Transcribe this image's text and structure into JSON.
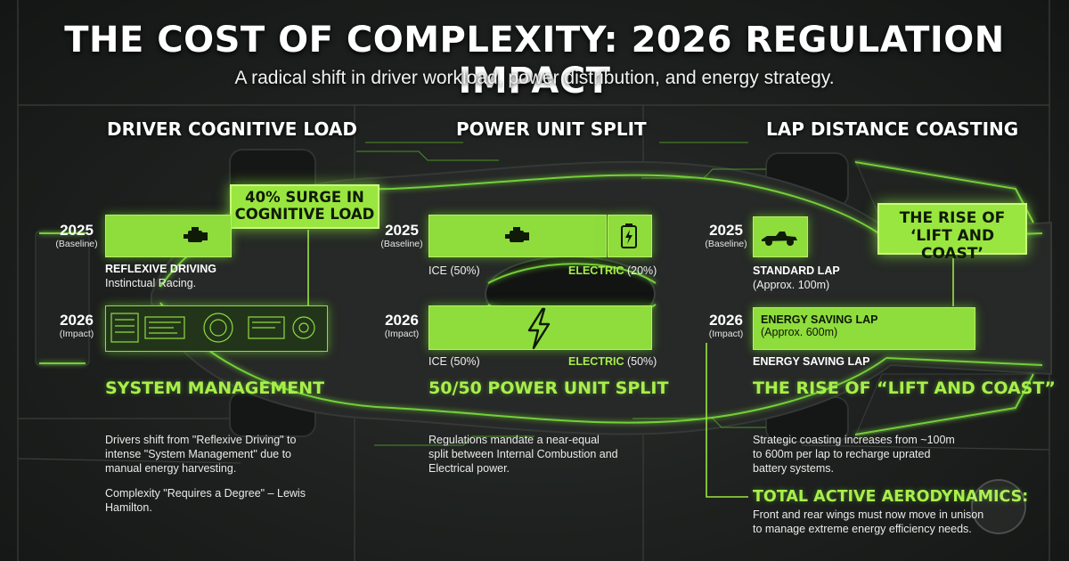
{
  "title": "THE COST OF COMPLEXITY: 2026 REGULATION IMPACT",
  "subtitle": "A radical shift in driver workload, power distribution, and energy strategy.",
  "columns": {
    "cognitive": {
      "heading": "DRIVER COGNITIVE LOAD",
      "callout": [
        "40% SURGE IN",
        "COGNITIVE LOAD"
      ],
      "row2025": {
        "year": "2025",
        "sub": "(Baseline)",
        "icon": "engine-icon",
        "label_bold": "REFLEXIVE DRIVING",
        "label": "Instinctual Racing."
      },
      "row2026": {
        "year": "2026",
        "sub": "(Impact)",
        "icon": "dashboard-display-icon"
      },
      "section_title": "SYSTEM MANAGEMENT",
      "desc": [
        "Drivers shift from \"Reflexive Driving\" to intense \"System Management\" due to manual energy harvesting.",
        "Complexity \"Requires a Degree\" – Lewis Hamilton."
      ]
    },
    "power": {
      "heading": "POWER UNIT SPLIT",
      "row2025": {
        "year": "2025",
        "sub": "(Baseline)",
        "icon_main": "engine-icon",
        "icon_side": "battery-icon",
        "ice_label": "ICE",
        "ice_value": "(50%)",
        "elec_label": "ELECTRIC",
        "elec_value": "(20%)"
      },
      "row2026": {
        "year": "2026",
        "sub": "(Impact)",
        "icon": "lightning-bolt-icon",
        "ice_label": "ICE",
        "ice_value": "(50%)",
        "elec_label": "ELECTRIC",
        "elec_value": "(50%)"
      },
      "section_title": "50/50 POWER UNIT SPLIT",
      "desc": [
        "Regulations mandate a near-equal split between Internal Combustion and Electrical power."
      ]
    },
    "coasting": {
      "heading": "LAP DISTANCE COASTING",
      "callout": [
        "THE RISE OF",
        "‘LIFT AND COAST’"
      ],
      "row2025": {
        "year": "2025",
        "sub": "(Baseline)",
        "icon": "race-car-icon",
        "label_bold": "STANDARD LAP",
        "label": "(Approx. 100m)"
      },
      "row2026": {
        "year": "2026",
        "sub": "(Impact)",
        "bar_bold": "ENERGY SAVING LAP",
        "bar_text": "(Approx. 600m)",
        "label_bold": "ENERGY SAVING LAP"
      },
      "section_title": "THE RISE OF “LIFT AND COAST”",
      "desc": [
        "Strategic coasting increases from ~100m to 600m per lap to recharge uprated battery systems."
      ],
      "aero_title": "TOTAL ACTIVE AERODYNAMICS:",
      "aero_desc": "Front and rear wings must now move in unison to manage extreme energy efficiency needs."
    }
  },
  "colors": {
    "accent": "#9ae640",
    "accent_text": "#a8ef4b",
    "background": "#1f2220"
  }
}
